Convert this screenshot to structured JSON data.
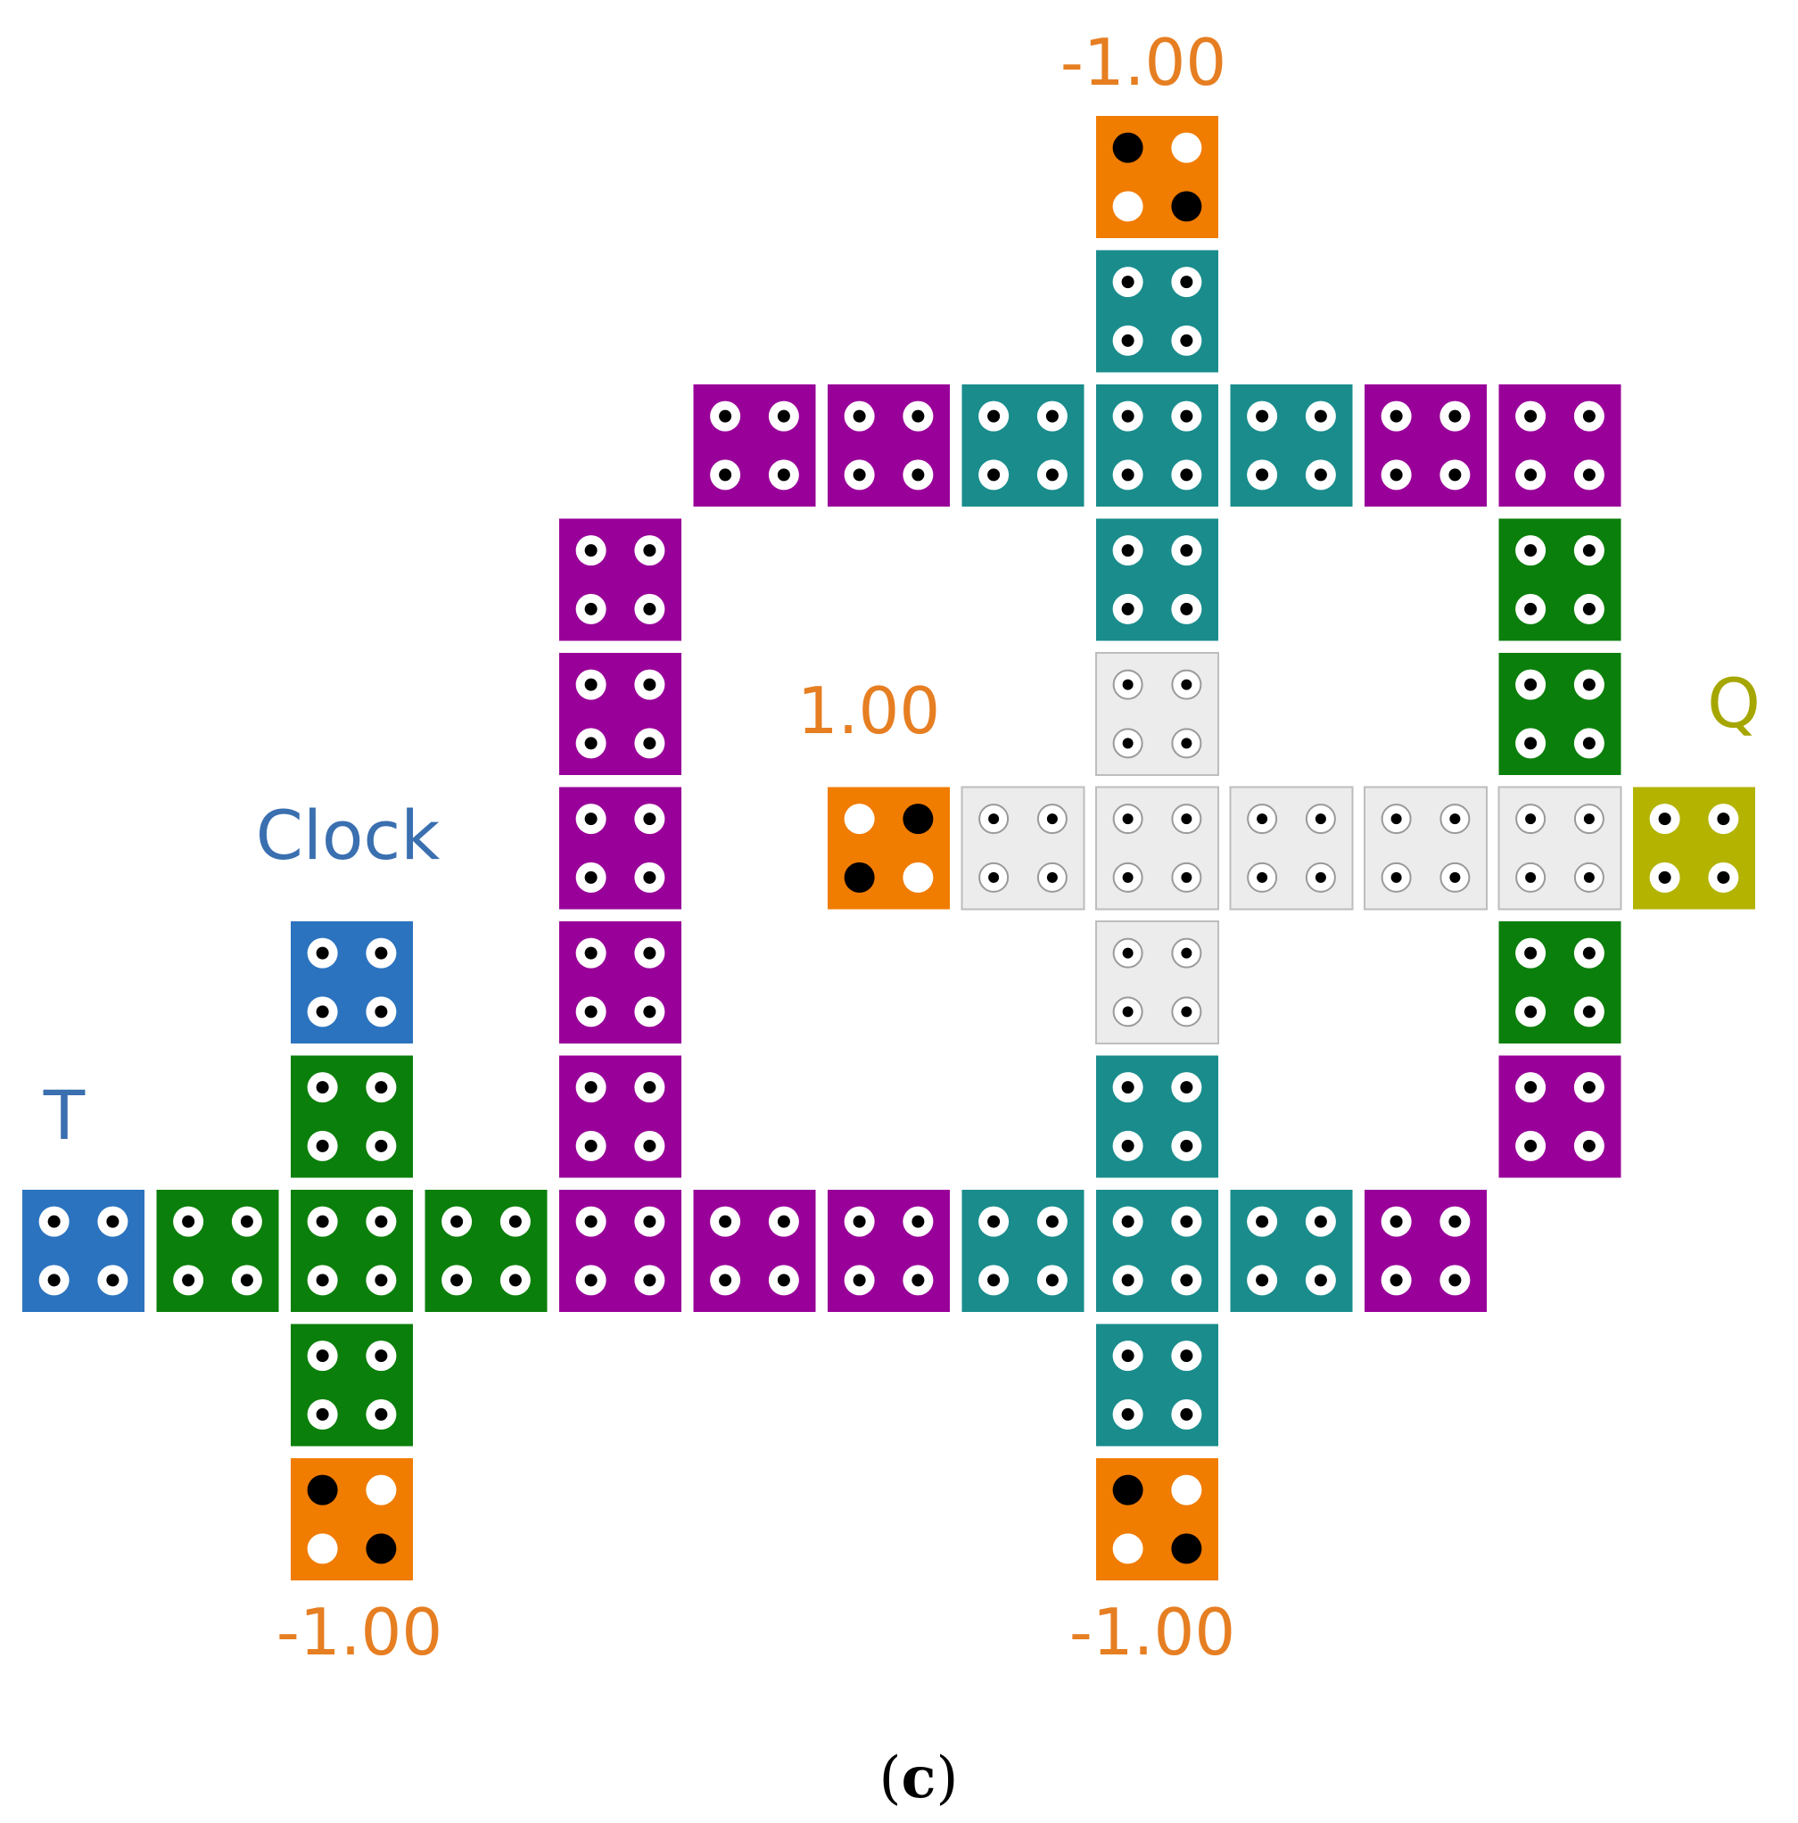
{
  "colors": {
    "purple": "#990099",
    "teal": "#1a8c8c",
    "green": "#0b7f0b",
    "blue": "#2b73bf",
    "orange": "#f07c00",
    "olive": "#b3b300",
    "gray": "#ececec",
    "label_orange": "#e67e22",
    "label_blue": "#3a6fb0",
    "label_olive": "#a6a600"
  },
  "labels": {
    "fixed_top": "-1.00",
    "fixed_mid": "1.00",
    "fixed_bottom_left": "-1.00",
    "fixed_bottom_right": "-1.00",
    "clock": "Clock",
    "input_t": "T",
    "output_q": "Q",
    "caption_open": "(",
    "caption_letter": "c",
    "caption_close": ")"
  },
  "cells": [
    {
      "col": 8,
      "row": 0,
      "zone": "orange",
      "pol": "m1"
    },
    {
      "col": 8,
      "row": 1,
      "zone": "teal"
    },
    {
      "col": 5,
      "row": 2,
      "zone": "purple"
    },
    {
      "col": 6,
      "row": 2,
      "zone": "purple"
    },
    {
      "col": 7,
      "row": 2,
      "zone": "teal"
    },
    {
      "col": 8,
      "row": 2,
      "zone": "teal"
    },
    {
      "col": 9,
      "row": 2,
      "zone": "teal"
    },
    {
      "col": 10,
      "row": 2,
      "zone": "purple"
    },
    {
      "col": 11,
      "row": 2,
      "zone": "purple"
    },
    {
      "col": 4,
      "row": 3,
      "zone": "purple"
    },
    {
      "col": 8,
      "row": 3,
      "zone": "teal"
    },
    {
      "col": 11,
      "row": 3,
      "zone": "green"
    },
    {
      "col": 4,
      "row": 4,
      "zone": "purple"
    },
    {
      "col": 8,
      "row": 4,
      "zone": "gray"
    },
    {
      "col": 11,
      "row": 4,
      "zone": "green"
    },
    {
      "col": 4,
      "row": 5,
      "zone": "purple"
    },
    {
      "col": 6,
      "row": 5,
      "zone": "orange",
      "pol": "p1"
    },
    {
      "col": 7,
      "row": 5,
      "zone": "gray"
    },
    {
      "col": 8,
      "row": 5,
      "zone": "gray"
    },
    {
      "col": 9,
      "row": 5,
      "zone": "gray"
    },
    {
      "col": 10,
      "row": 5,
      "zone": "gray"
    },
    {
      "col": 11,
      "row": 5,
      "zone": "gray"
    },
    {
      "col": 12,
      "row": 5,
      "zone": "olive"
    },
    {
      "col": 2,
      "row": 6,
      "zone": "blue"
    },
    {
      "col": 4,
      "row": 6,
      "zone": "purple"
    },
    {
      "col": 8,
      "row": 6,
      "zone": "gray"
    },
    {
      "col": 11,
      "row": 6,
      "zone": "green"
    },
    {
      "col": 2,
      "row": 7,
      "zone": "green"
    },
    {
      "col": 4,
      "row": 7,
      "zone": "purple"
    },
    {
      "col": 8,
      "row": 7,
      "zone": "teal"
    },
    {
      "col": 11,
      "row": 7,
      "zone": "purple"
    },
    {
      "col": 0,
      "row": 8,
      "zone": "blue"
    },
    {
      "col": 1,
      "row": 8,
      "zone": "green"
    },
    {
      "col": 2,
      "row": 8,
      "zone": "green"
    },
    {
      "col": 3,
      "row": 8,
      "zone": "green"
    },
    {
      "col": 4,
      "row": 8,
      "zone": "purple"
    },
    {
      "col": 5,
      "row": 8,
      "zone": "purple"
    },
    {
      "col": 6,
      "row": 8,
      "zone": "purple"
    },
    {
      "col": 7,
      "row": 8,
      "zone": "teal"
    },
    {
      "col": 8,
      "row": 8,
      "zone": "teal"
    },
    {
      "col": 9,
      "row": 8,
      "zone": "teal"
    },
    {
      "col": 10,
      "row": 8,
      "zone": "purple"
    },
    {
      "col": 2,
      "row": 9,
      "zone": "green"
    },
    {
      "col": 8,
      "row": 9,
      "zone": "teal"
    },
    {
      "col": 2,
      "row": 10,
      "zone": "orange",
      "pol": "m1"
    },
    {
      "col": 8,
      "row": 10,
      "zone": "orange",
      "pol": "m1"
    }
  ]
}
